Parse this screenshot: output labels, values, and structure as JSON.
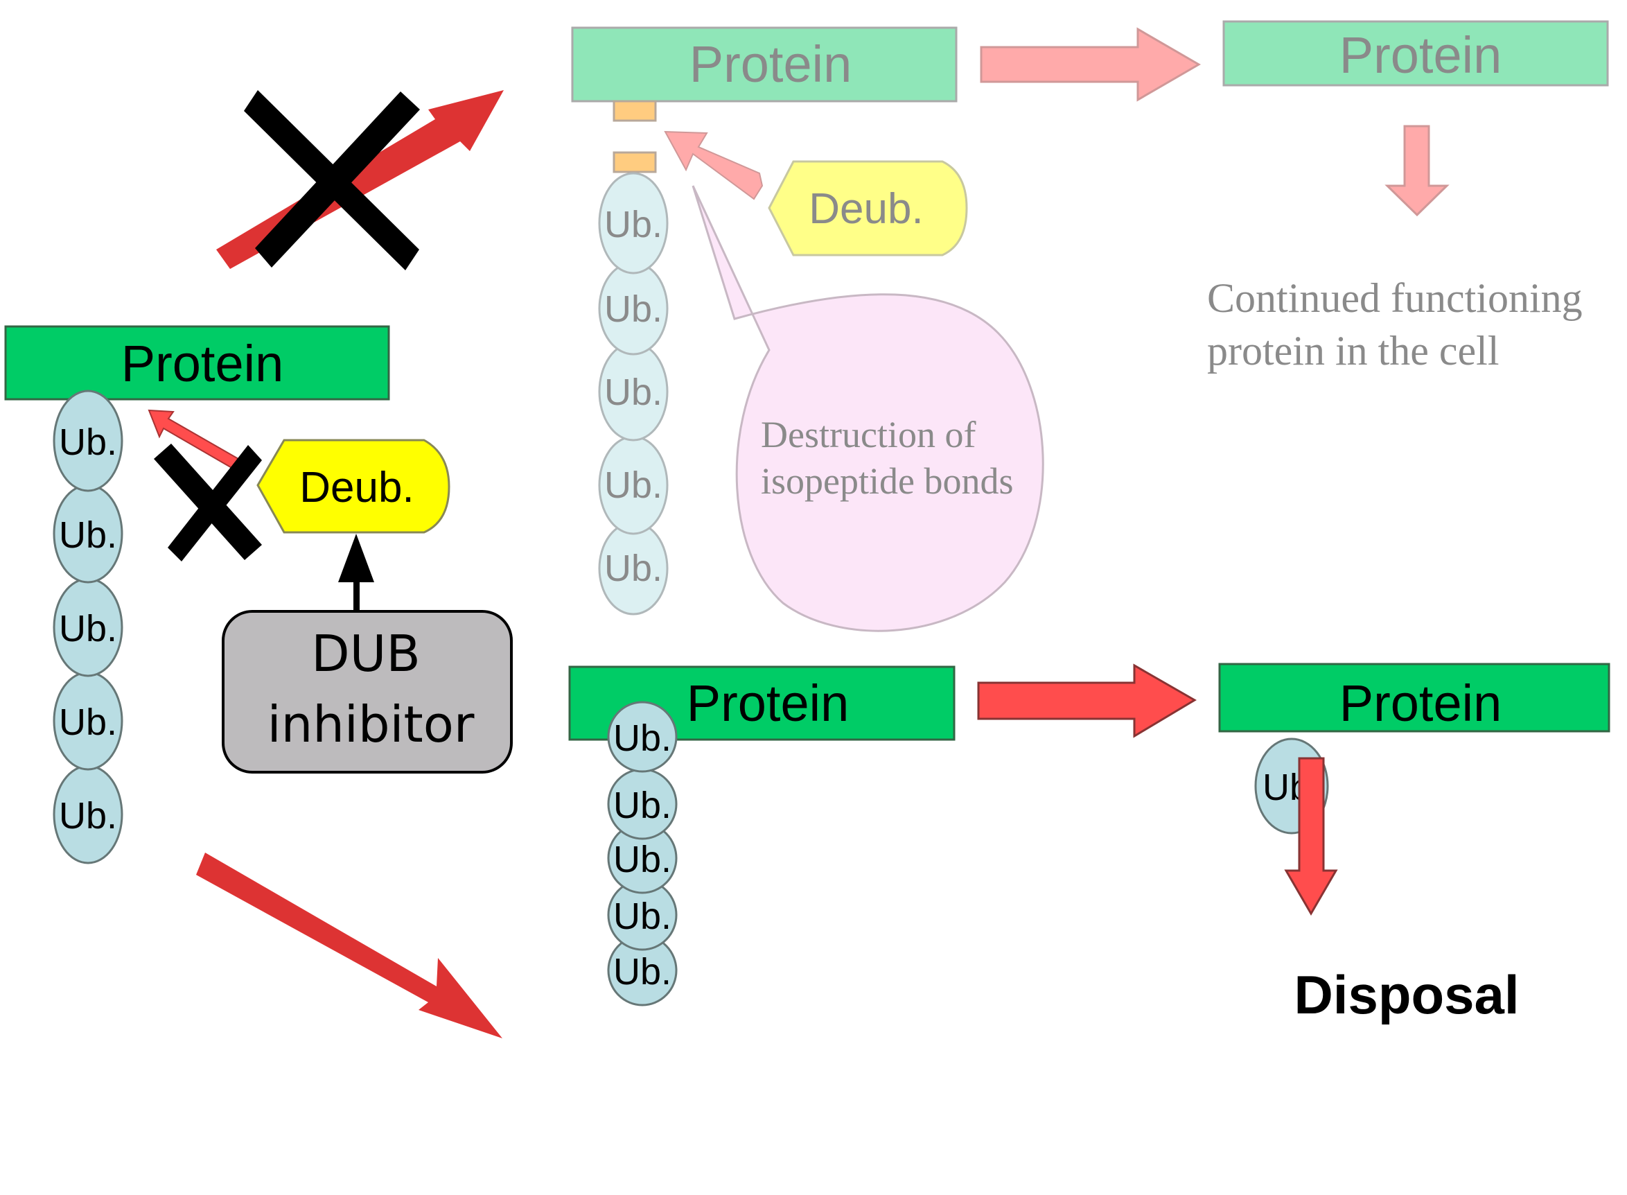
{
  "colors": {
    "protein_green": "#00cc66",
    "protein_green_faded": "#8fe6b8",
    "ub_blue": "#b9dde3",
    "ub_blue_faded": "#dcf0f2",
    "deub_yellow": "#ffff00",
    "deub_yellow_faded": "#ffff88",
    "arrow_red": "#ff4d4d",
    "arrow_red_dark": "#dd3333",
    "arrow_pink_faded": "#ffaaaa",
    "bond_orange": "#ffcc80",
    "bubble_pink": "#fce6f8",
    "inhibitor_gray": "#bdbbbd",
    "faded_text": "#8a8a8a"
  },
  "left_panel": {
    "protein_label": "Protein",
    "ub_chain": [
      "Ub.",
      "Ub.",
      "Ub.",
      "Ub.",
      "Ub."
    ],
    "deub_label": "Deub.",
    "inhibitor_label_line1": "DUB",
    "inhibitor_label_line2": "inhibitor"
  },
  "top_pathway": {
    "status": "blocked",
    "protein_label": "Protein",
    "ub_chain": [
      "Ub.",
      "Ub.",
      "Ub.",
      "Ub.",
      "Ub."
    ],
    "deub_label": "Deub.",
    "bubble_line1": "Destruction of",
    "bubble_line2": "isopeptide bonds",
    "result_protein_label": "Protein",
    "outcome_line1": "Continued functioning",
    "outcome_line2": "protein in the cell"
  },
  "bottom_pathway": {
    "status": "active",
    "protein_label": "Protein",
    "ub_chain": [
      "Ub.",
      "Ub.",
      "Ub.",
      "Ub.",
      "Ub."
    ],
    "result_protein_label": "Protein",
    "result_ub_label": "Ub.",
    "outcome": "Disposal"
  }
}
